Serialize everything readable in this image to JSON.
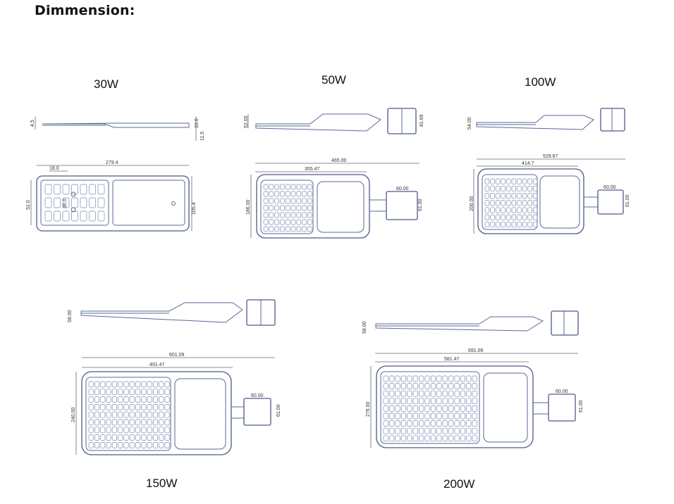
{
  "heading": "Dimmension:",
  "models": [
    {
      "watt": "30W",
      "dims": {
        "side_h": "4.5",
        "side_r1": "10.0",
        "side_r2": "11.5",
        "len": "279.4",
        "led_pitch": "18.0",
        "depth": "52.0",
        "inner": "36.0",
        "width": "105.4"
      }
    },
    {
      "watt": "50W",
      "dims": {
        "side_h": "52.00",
        "side_r": "81.69",
        "len": "465.00",
        "led_len": "355.47",
        "pole": "60.00",
        "height": "186.00",
        "pole_len": "61.00"
      }
    },
    {
      "watt": "100W",
      "dims": {
        "side_h": "54.00",
        "len": "529.67",
        "led_len": "414.7",
        "pole": "60.00",
        "height": "200.00",
        "pole_len": "61.00"
      }
    },
    {
      "watt": "150W",
      "dims": {
        "side_h": "58.00",
        "len": "601.09",
        "led_len": "491.47",
        "pole": "60.00",
        "height": "240.00",
        "pole_len": "61.00"
      }
    },
    {
      "watt": "200W",
      "dims": {
        "side_h": "58.00",
        "len": "691.09",
        "led_len": "581.47",
        "pole": "60.00",
        "height": "276.00",
        "pole_len": "61.00"
      }
    }
  ],
  "colors": {
    "outline": "#4a5a86",
    "dimension_line": "#666666",
    "led": "#7a89b0"
  }
}
